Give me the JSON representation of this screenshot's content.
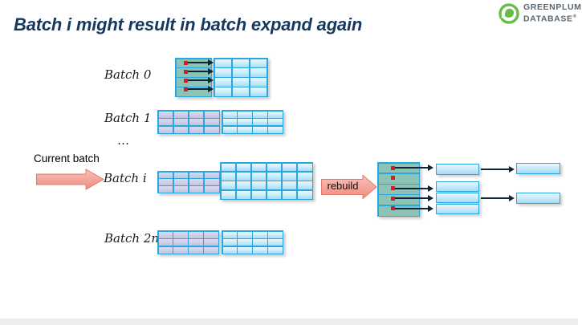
{
  "slide": {
    "title": "Batch i might result in batch expand again"
  },
  "logo": {
    "name_top": "GREENPLUM",
    "name_bottom": "DATABASE",
    "mark": "®"
  },
  "labels": {
    "batch0": "Batch 0",
    "batch1": "Batch 1",
    "ellipsis": "…",
    "current_batch": "Current batch",
    "batch_i": "Batch i",
    "rebuild": "rebuild",
    "batch_2n1": "Batch 2n-1"
  },
  "tables": {
    "batch0_hash": {
      "rows": 4,
      "cols": 1,
      "type": "hash"
    },
    "batch0_data": {
      "rows": 4,
      "cols": 3,
      "type": "blue"
    },
    "batch1_old": {
      "rows": 3,
      "cols": 4,
      "type": "purple"
    },
    "batch1_new": {
      "rows": 3,
      "cols": 4,
      "type": "blue"
    },
    "batchi_old": {
      "rows": 3,
      "cols": 4,
      "type": "purple"
    },
    "batchi_new": {
      "rows": 4,
      "cols": 6,
      "type": "blue"
    },
    "rebuild_hash": {
      "rows": 5,
      "cols": 1,
      "type": "hash"
    },
    "batch2n1_old": {
      "rows": 3,
      "cols": 4,
      "type": "purple"
    },
    "batch2n1_new": {
      "rows": 3,
      "cols": 4,
      "type": "blue"
    }
  },
  "colors": {
    "title_text": "#15395e",
    "table_border": "#2aa7df",
    "cell_blue": "#a4dcf5",
    "cell_purple": "#c1c4e1",
    "hash_fill": "#8dc3b5",
    "marker_red": "#e3171e",
    "connector_arrow": "#0e2438",
    "block_arrow_light": "#f9c0b8",
    "block_arrow_dark": "#ee8d7f",
    "block_arrow_border": "#e07a6e",
    "logo_green": "#69bd45",
    "logo_text": "#5a6670"
  }
}
